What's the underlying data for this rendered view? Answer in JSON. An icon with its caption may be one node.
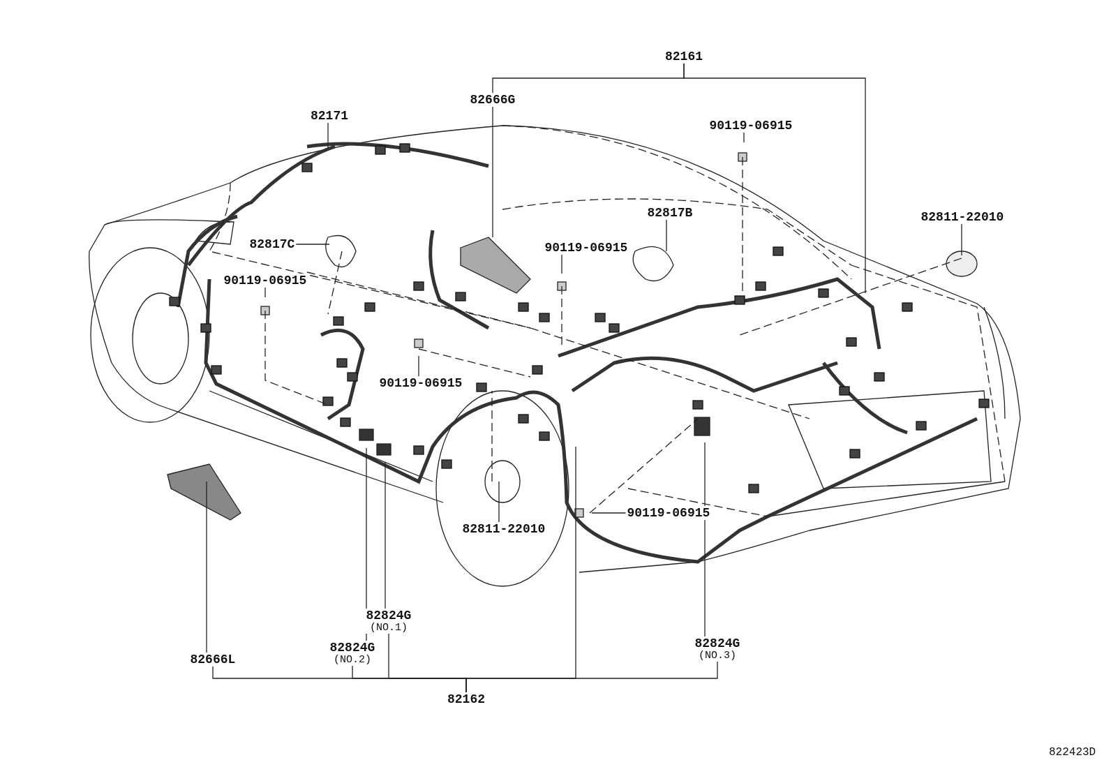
{
  "diagram": {
    "nodes": [
      {
        "text": [
          "82161"
        ]
      },
      {
        "text": [
          "82171"
        ]
      },
      {
        "text": [
          "82666G"
        ]
      },
      {
        "text": [
          "90119-06915"
        ]
      },
      {
        "text": [
          "82817B"
        ]
      },
      {
        "text": [
          "82811-22010"
        ]
      },
      {
        "text": [
          "82817C"
        ]
      },
      {
        "text": [
          "90119-06915"
        ]
      },
      {
        "text": [
          "90119-06915"
        ]
      },
      {
        "text": [
          "90119-06915"
        ]
      },
      {
        "text": [
          "82811-22010"
        ]
      },
      {
        "text": [
          "90119-06915"
        ]
      },
      {
        "text": [
          "82824G",
          "(NO.1)"
        ]
      },
      {
        "text": [
          "82824G",
          "(NO.2)"
        ]
      },
      {
        "text": [
          "82666L"
        ]
      },
      {
        "text": [
          "82824G",
          "(NO.3)"
        ]
      },
      {
        "text": [
          "82162"
        ]
      }
    ],
    "edges": [
      {
        "from": 0,
        "to": null,
        "arrow": "none"
      },
      {
        "from": 0,
        "to": 2,
        "arrow": "none"
      },
      {
        "from": 1,
        "to": null,
        "arrow": "none"
      },
      {
        "from": 2,
        "to": null,
        "arrow": "none"
      },
      {
        "from": 3,
        "to": null,
        "arrow": "none"
      },
      {
        "from": 4,
        "to": null,
        "arrow": "none"
      },
      {
        "from": 5,
        "to": null,
        "arrow": "none"
      },
      {
        "from": 6,
        "to": null,
        "arrow": "none"
      },
      {
        "from": 7,
        "to": null,
        "arrow": "none"
      },
      {
        "from": 8,
        "to": null,
        "arrow": "none"
      },
      {
        "from": 9,
        "to": null,
        "arrow": "none"
      },
      {
        "from": 10,
        "to": null,
        "arrow": "none"
      },
      {
        "from": 11,
        "to": null,
        "arrow": "none"
      },
      {
        "from": 12,
        "to": null,
        "arrow": "none"
      },
      {
        "from": 13,
        "to": null,
        "arrow": "none"
      },
      {
        "from": 14,
        "to": null,
        "arrow": "none"
      },
      {
        "from": 16,
        "to": 14,
        "arrow": "none"
      },
      {
        "from": 16,
        "to": 13,
        "arrow": "none"
      },
      {
        "from": 16,
        "to": 12,
        "arrow": "none"
      },
      {
        "from": 16,
        "to": 15,
        "arrow": "none"
      },
      {
        "from": 16,
        "to": null,
        "arrow": "none"
      },
      {
        "from": 15,
        "to": null,
        "arrow": "none"
      }
    ],
    "labels": [
      "822423D"
    ]
  }
}
